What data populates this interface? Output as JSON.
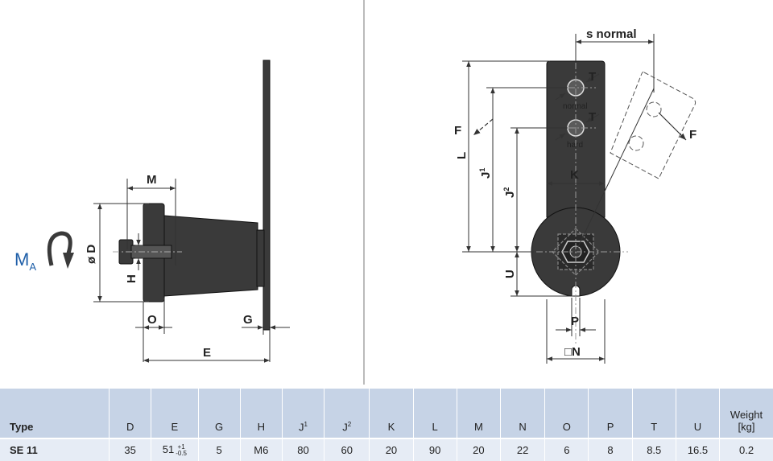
{
  "drawing": {
    "left_labels": {
      "M": "M",
      "D": "ø D",
      "H": "H",
      "O": "O",
      "G": "G",
      "E": "E",
      "MA_main": "M",
      "MA_sub": "A"
    },
    "right_labels": {
      "s_normal": "s normal",
      "T1": "T",
      "T2": "T",
      "normal": "normal",
      "hard": "hard",
      "F_left": "F",
      "F_right": "F",
      "L": "L",
      "J1_main": "J",
      "J1_sup": "1",
      "J2_main": "J",
      "J2_sup": "2",
      "K": "K",
      "U": "U",
      "P": "P",
      "N": "□N"
    },
    "colors": {
      "line": "#333333",
      "part": "#3a3a3a",
      "ma": "#1f5fa8",
      "header": "#c6d3e6",
      "row": "#e6ecf5"
    }
  },
  "table": {
    "headers": [
      {
        "main": "Type"
      },
      {
        "main": "D"
      },
      {
        "main": "E"
      },
      {
        "main": "G"
      },
      {
        "main": "H"
      },
      {
        "main": "J",
        "sup": "1"
      },
      {
        "main": "J",
        "sup": "2"
      },
      {
        "main": "K"
      },
      {
        "main": "L"
      },
      {
        "main": "M"
      },
      {
        "main": "N"
      },
      {
        "main": "O"
      },
      {
        "main": "P"
      },
      {
        "main": "T"
      },
      {
        "main": "U"
      },
      {
        "main": "Weight",
        "line2": "[kg]"
      }
    ],
    "row": {
      "type": "SE 11",
      "D": "35",
      "E_main": "51",
      "E_tol_upper": "+1",
      "E_tol_lower": "-0.5",
      "G": "5",
      "H": "M6",
      "J1": "80",
      "J2": "60",
      "K": "20",
      "L": "90",
      "M": "20",
      "N": "22",
      "O": "6",
      "P": "8",
      "T": "8.5",
      "U": "16.5",
      "weight": "0.2"
    }
  }
}
